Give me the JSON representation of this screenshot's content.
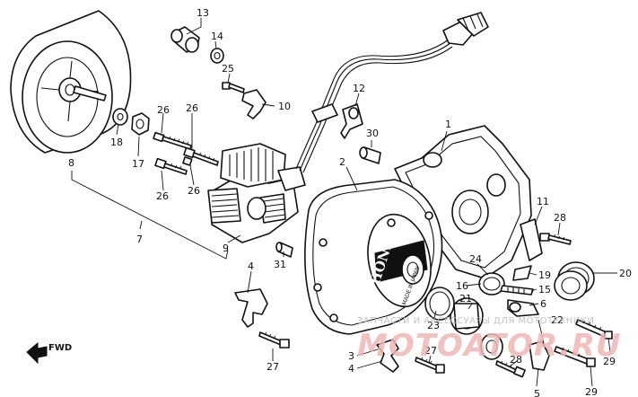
{
  "callouts": [
    {
      "id": "c13",
      "text": "13"
    },
    {
      "id": "c14",
      "text": "14"
    },
    {
      "id": "c25",
      "text": "25"
    },
    {
      "id": "c10",
      "text": "10"
    },
    {
      "id": "c12",
      "text": "12"
    },
    {
      "id": "c30",
      "text": "30"
    },
    {
      "id": "c1",
      "text": "1"
    },
    {
      "id": "c2",
      "text": "2"
    },
    {
      "id": "c26a",
      "text": "26"
    },
    {
      "id": "c26b",
      "text": "26"
    },
    {
      "id": "c26c",
      "text": "26"
    },
    {
      "id": "c26d",
      "text": "26"
    },
    {
      "id": "c18",
      "text": "18"
    },
    {
      "id": "c17",
      "text": "17"
    },
    {
      "id": "c8",
      "text": "8"
    },
    {
      "id": "c7",
      "text": "7"
    },
    {
      "id": "c9",
      "text": "9"
    },
    {
      "id": "c31",
      "text": "31"
    },
    {
      "id": "c11",
      "text": "11"
    },
    {
      "id": "c28a",
      "text": "28"
    },
    {
      "id": "c24",
      "text": "24"
    },
    {
      "id": "c19",
      "text": "19"
    },
    {
      "id": "c20",
      "text": "20"
    },
    {
      "id": "c16",
      "text": "16"
    },
    {
      "id": "c15",
      "text": "15"
    },
    {
      "id": "c6",
      "text": "6"
    },
    {
      "id": "c21",
      "text": "21"
    },
    {
      "id": "c22",
      "text": "22"
    },
    {
      "id": "c23",
      "text": "23"
    },
    {
      "id": "c4a",
      "text": "4"
    },
    {
      "id": "c27a",
      "text": "27"
    },
    {
      "id": "c3",
      "text": "3"
    },
    {
      "id": "c4b",
      "text": "4"
    },
    {
      "id": "c27b",
      "text": "27"
    },
    {
      "id": "c28b",
      "text": "28"
    },
    {
      "id": "c5",
      "text": "5"
    },
    {
      "id": "c29a",
      "text": "29"
    },
    {
      "id": "c29b",
      "text": "29"
    }
  ],
  "direction_label": "FWD",
  "cover_stamp": "HONDA",
  "cover_small_text": "MADE IN JAPAN",
  "watermark_text": "ЗАПЧАСТИ И АКСЕССУАРЫ ДЛЯ МОТОТЕХНИКИ",
  "watermark_site": "MOTOATOR.RU"
}
